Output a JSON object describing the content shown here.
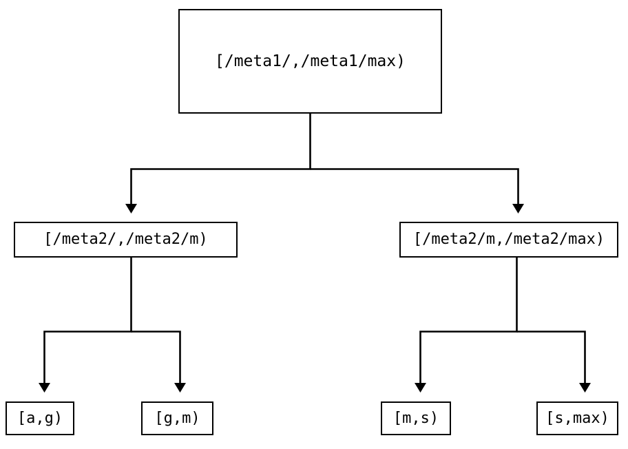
{
  "diagram": {
    "type": "tree",
    "title": "",
    "background_color": "#ffffff",
    "line_color": "#000000",
    "box_fill": "#ffffff",
    "box_border_color": "#000000",
    "text_color": "#000000",
    "nodes": {
      "root": {
        "label": "[/meta1/,/meta1/max)",
        "level": 0
      },
      "meta2_low": {
        "label": "[/meta2/,/meta2/m)",
        "level": 1
      },
      "meta2_high": {
        "label": "[/meta2/m,/meta2/max)",
        "level": 1
      },
      "leaf_ag": {
        "label": "[a,g)",
        "level": 2
      },
      "leaf_gm": {
        "label": "[g,m)",
        "level": 2
      },
      "leaf_ms": {
        "label": "[m,s)",
        "level": 2
      },
      "leaf_smax": {
        "label": "[s,max)",
        "level": 2
      }
    },
    "edges": [
      {
        "from": "root",
        "to": "meta2_low",
        "arrow": "filled-triangle"
      },
      {
        "from": "root",
        "to": "meta2_high",
        "arrow": "filled-triangle"
      },
      {
        "from": "meta2_low",
        "to": "leaf_ag",
        "arrow": "filled-triangle"
      },
      {
        "from": "meta2_low",
        "to": "leaf_gm",
        "arrow": "filled-triangle"
      },
      {
        "from": "meta2_high",
        "to": "leaf_ms",
        "arrow": "filled-triangle"
      },
      {
        "from": "meta2_high",
        "to": "leaf_smax",
        "arrow": "filled-triangle"
      }
    ]
  }
}
